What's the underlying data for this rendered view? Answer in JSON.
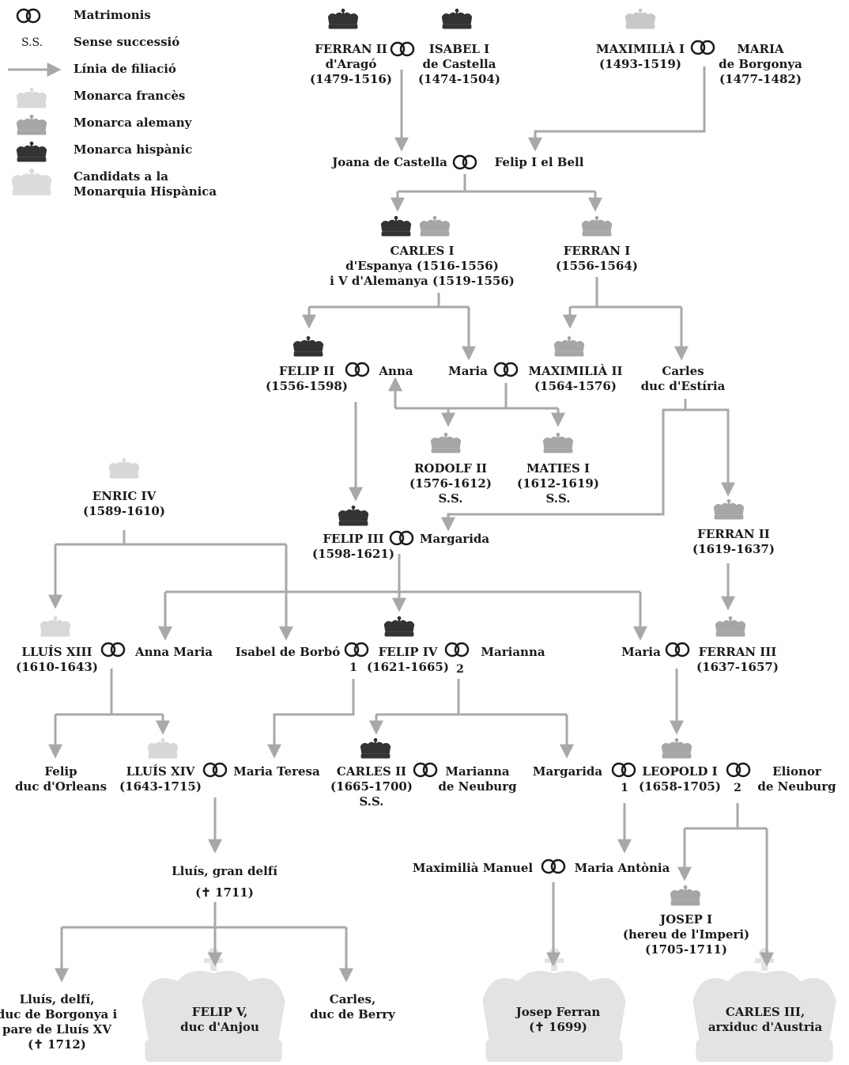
{
  "colors": {
    "line": "#a8a8a8",
    "crown_french": "#d8d8d8",
    "crown_german": "#a6a6a6",
    "crown_hispanic": "#333333",
    "crown_candidate": "#dcdcdc",
    "text": "#1a1a1a"
  },
  "legend": {
    "marriage": "Matrimonis",
    "ss_symbol": "S.S.",
    "no_succession": "Sense successió",
    "filiation": "Línia de filiació",
    "french": "Monarca francès",
    "german": "Monarca alemany",
    "hispanic": "Monarca hispànic",
    "candidates_1": "Candidats a la",
    "candidates_2": "Monarquia Hispànica"
  },
  "people": {
    "ferran2a": {
      "l1": "FERRAN II",
      "l2": "d'Aragó",
      "l3": "(1479-1516)"
    },
    "isabel1": {
      "l1": "ISABEL I",
      "l2": "de Castella",
      "l3": "(1474-1504)"
    },
    "maximilia1": {
      "l1": "MAXIMILIÀ I",
      "l2": "(1493-1519)"
    },
    "maria_borg": {
      "l1": "MARIA",
      "l2": "de Borgonya",
      "l3": "(1477-1482)"
    },
    "joana": {
      "l1": "Joana de Castella"
    },
    "felip1": {
      "l1": "Felip I el Bell"
    },
    "carles1": {
      "l1": "CARLES I",
      "l2": "d'Espanya (1516-1556)",
      "l3": "i V d'Alemanya (1519-1556)"
    },
    "ferran1": {
      "l1": "FERRAN I",
      "l2": "(1556-1564)"
    },
    "felip2": {
      "l1": "FELIP II",
      "l2": "(1556-1598)"
    },
    "anna": {
      "l1": "Anna"
    },
    "maria_a": {
      "l1": "Maria"
    },
    "maximilia2": {
      "l1": "MAXIMILIÀ II",
      "l2": "(1564-1576)"
    },
    "carles_est": {
      "l1": "Carles",
      "l2": "duc d'Estíria"
    },
    "rodolf2": {
      "l1": "RODOLF II",
      "l2": "(1576-1612)",
      "l3": "S.S."
    },
    "maties1": {
      "l1": "MATIES I",
      "l2": "(1612-1619)",
      "l3": "S.S."
    },
    "enric4": {
      "l1": "ENRIC IV",
      "l2": "(1589-1610)"
    },
    "felip3": {
      "l1": "FELIP III",
      "l2": "(1598-1621)"
    },
    "margarida_a": {
      "l1": "Margarida"
    },
    "ferran2b": {
      "l1": "FERRAN II",
      "l2": "(1619-1637)"
    },
    "lluis13": {
      "l1": "LLUÍS XIII",
      "l2": "(1610-1643)"
    },
    "anna_maria": {
      "l1": "Anna Maria"
    },
    "isabel_borbo": {
      "l1": "Isabel de Borbó"
    },
    "felip4": {
      "l1": "FELIP IV",
      "l2": "(1621-1665)"
    },
    "marianna": {
      "l1": "Marianna"
    },
    "maria_b": {
      "l1": "Maria"
    },
    "ferran3": {
      "l1": "FERRAN III",
      "l2": "(1637-1657)"
    },
    "felip_orl": {
      "l1": "Felip",
      "l2": "duc d'Orleans"
    },
    "lluis14": {
      "l1": "LLUÍS XIV",
      "l2": "(1643-1715)"
    },
    "maria_teresa": {
      "l1": "Maria Teresa"
    },
    "carles2": {
      "l1": "CARLES II",
      "l2": "(1665-1700)",
      "l3": "S.S."
    },
    "marianna_neub": {
      "l1": "Marianna",
      "l2": "de Neuburg"
    },
    "margarida_b": {
      "l1": "Margarida"
    },
    "leopold1": {
      "l1": "LEOPOLD I",
      "l2": "(1658-1705)"
    },
    "elionor": {
      "l1": "Elionor",
      "l2": "de Neuburg"
    },
    "gran_delfi": {
      "l1": "Lluís, gran delfí",
      "l2": "(✝ 1711)"
    },
    "max_manuel": {
      "l1": "Maximilià Manuel"
    },
    "maria_antonia": {
      "l1": "Maria Antònia"
    },
    "josep1": {
      "l1": "JOSEP I",
      "l2": "(hereu de l'Imperi)",
      "l3": "(1705-1711)"
    },
    "lluis_delfi": {
      "l1": "Lluís, delfí,",
      "l2": "duc de Borgonya i",
      "l3": "pare de Lluís XV",
      "l4": "(✝ 1712)"
    },
    "felip5": {
      "l1": "FELIP V,",
      "l2": "duc d'Anjou"
    },
    "carles_berry": {
      "l1": "Carles,",
      "l2": "duc de Berry"
    },
    "josep_ferran": {
      "l1": "Josep Ferran",
      "l2": "(✝ 1699)"
    },
    "carles3": {
      "l1": "CARLES III,",
      "l2": "arxiduc d'Austria"
    }
  },
  "marriage_order": {
    "first": "1",
    "second": "2"
  }
}
